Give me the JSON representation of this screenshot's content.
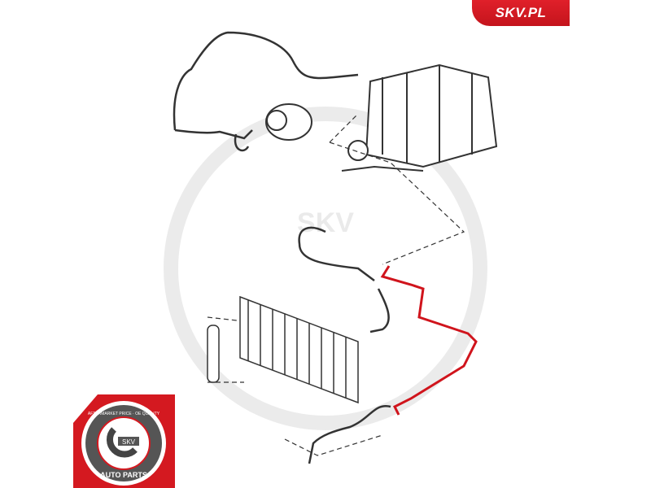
{
  "brand": {
    "badge_text": "SKV.PL",
    "badge_color": "#d41920",
    "seal_top_text": "AFTERMARKET PRICE · OE QUALITY",
    "seal_center_text": "SKV",
    "seal_bottom_text": "AUTO PARTS",
    "watermark_text": "SKV"
  },
  "colors": {
    "highlighted_part": "#d0141c",
    "line_art": "#333333"
  }
}
